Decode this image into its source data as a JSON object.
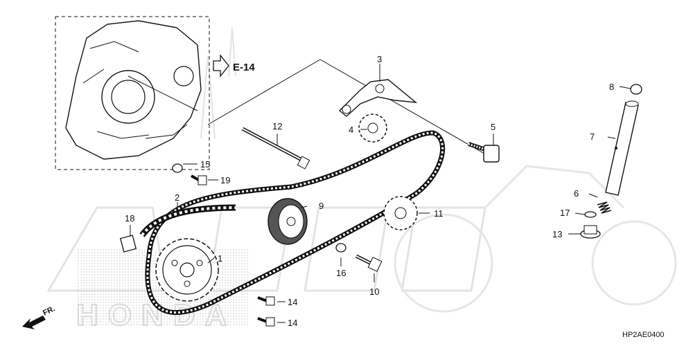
{
  "callouts": {
    "c1": "1",
    "c2": "2",
    "c3": "3",
    "c4": "4",
    "c5": "5",
    "c6": "6",
    "c7": "7",
    "c8": "8",
    "c9": "9",
    "c10": "10",
    "c11": "11",
    "c12": "12",
    "c13": "13",
    "c14a": "14",
    "c14b": "14",
    "c15": "15",
    "c16": "16",
    "c17": "17",
    "c18": "18",
    "c19": "19"
  },
  "reference": {
    "label": "E-14"
  },
  "front_marker": {
    "label": "FR."
  },
  "diagram_code": "HP2AE0400",
  "watermark": {
    "brand": "HONDA"
  },
  "colors": {
    "line": "#111111",
    "stipple": "#9a9a9a",
    "watermark": "#d9d9d9"
  }
}
